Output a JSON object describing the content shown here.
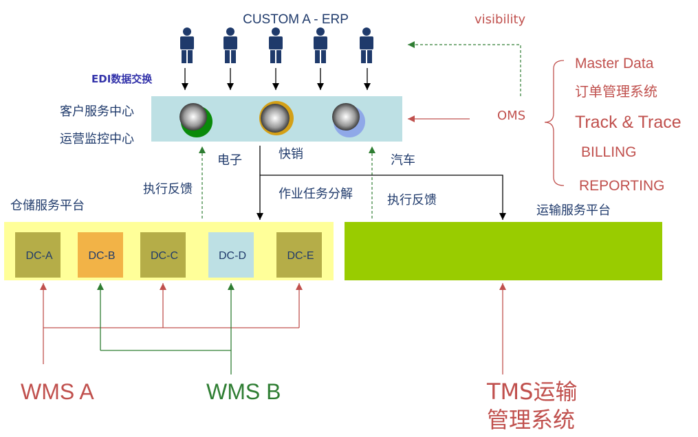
{
  "title": "CUSTOM A - ERP",
  "edi_label": "EDI数据交换",
  "center_labels": [
    "客户服务中心",
    "运营监控中心"
  ],
  "visibility_label": "visibility",
  "oms_label": "OMS",
  "oms_features": [
    "Master Data",
    "订单管理系统",
    "Track & Trace",
    "BILLING",
    "REPORTING"
  ],
  "channels": [
    "电子",
    "快销",
    "汽车"
  ],
  "feedback_left": "执行反馈",
  "feedback_right": "执行反馈",
  "task_split": "作业任务分解",
  "warehouse_platform": "仓储服务平台",
  "transport_platform": "运输服务平台",
  "dcs": [
    "DC-A",
    "DC-B",
    "DC-C",
    "DC-D",
    "DC-E"
  ],
  "wms_a": "WMS A",
  "wms_b": "WMS B",
  "tms_line1": "TMS运输",
  "tms_line2": "管理系统",
  "colors": {
    "navy": "#1f3a6b",
    "red": "#c0504d",
    "green": "#2e7d32",
    "hub_box": "#bde0e4",
    "warehouse_box": "#ffff99",
    "transport_box": "#99cc00",
    "dc_olive": "#b5ad48",
    "dc_orange": "#f2b347",
    "dc_lightblue": "#bde0e4"
  }
}
